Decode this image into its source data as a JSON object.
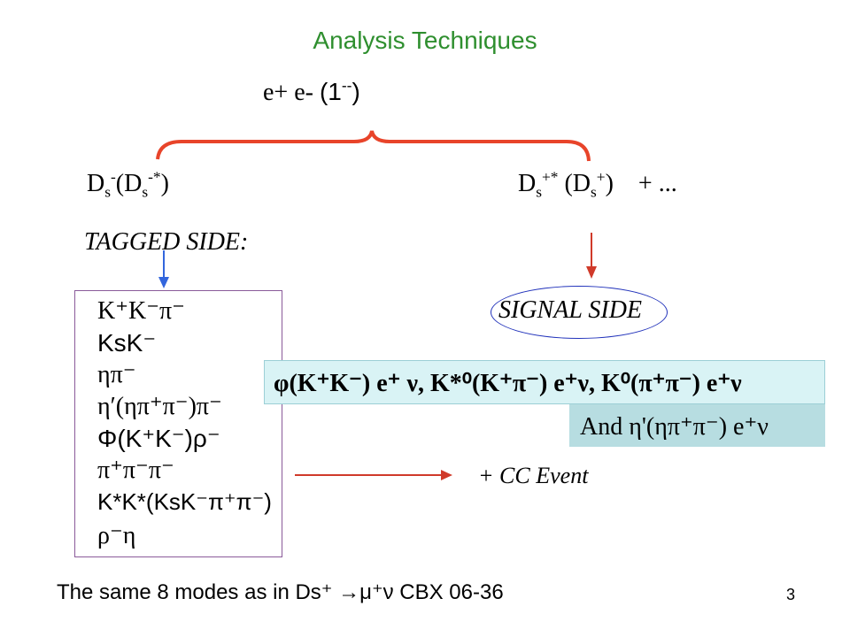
{
  "title": "Analysis Techniques",
  "production": {
    "initial": "e+ e-",
    "state": "(1",
    "state_sup": "--",
    "state_close": ")"
  },
  "tag_meson": {
    "D": "D",
    "s": "s",
    "minus": "-",
    "paren_open": "(D",
    "s2": "s",
    "star": "-*",
    "paren_close": ")"
  },
  "signal_meson": {
    "D": "D",
    "s": "s",
    "plusstar": "+*",
    "paren_open": " (D",
    "s2": "s",
    "plus": "+",
    "paren_close": ")",
    "more": "+ ..."
  },
  "tagged_label": "TAGGED SIDE:",
  "tag_modes": [
    {
      "text": "K⁺K⁻π⁻"
    },
    {
      "text": "KsK⁻"
    },
    {
      "text": "ηπ⁻"
    },
    {
      "text": "η′(ηπ⁺π⁻)π⁻"
    },
    {
      "text": "Φ(K⁺K⁻)ρ⁻"
    },
    {
      "text": "π⁺π⁻π⁻"
    },
    {
      "text": "K*K*(KsK⁻π⁺π⁻)"
    },
    {
      "text": "ρ⁻η"
    }
  ],
  "signal_label": "SIGNAL SIDE",
  "signal_modes_1": "φ(K⁺K⁻) e⁺ ν, K*⁰(K⁺π⁻) e⁺ν, K⁰(π⁺π⁻) e⁺ν",
  "signal_modes_2": "And η'(ηπ⁺π⁻) e⁺ν",
  "cc_label": "+ CC Event",
  "footer": "The same 8 modes as in Ds⁺ →μ⁺ν CBX 06-36",
  "page_number": "3",
  "colors": {
    "title": "#2f8f2f",
    "brace": "#e8442a",
    "arrow_blue": "#3366dd",
    "arrow_red": "#d03a2a",
    "ellipse": "#2233bb",
    "box1": "#d9f3f5",
    "box2": "#b7dde1"
  }
}
